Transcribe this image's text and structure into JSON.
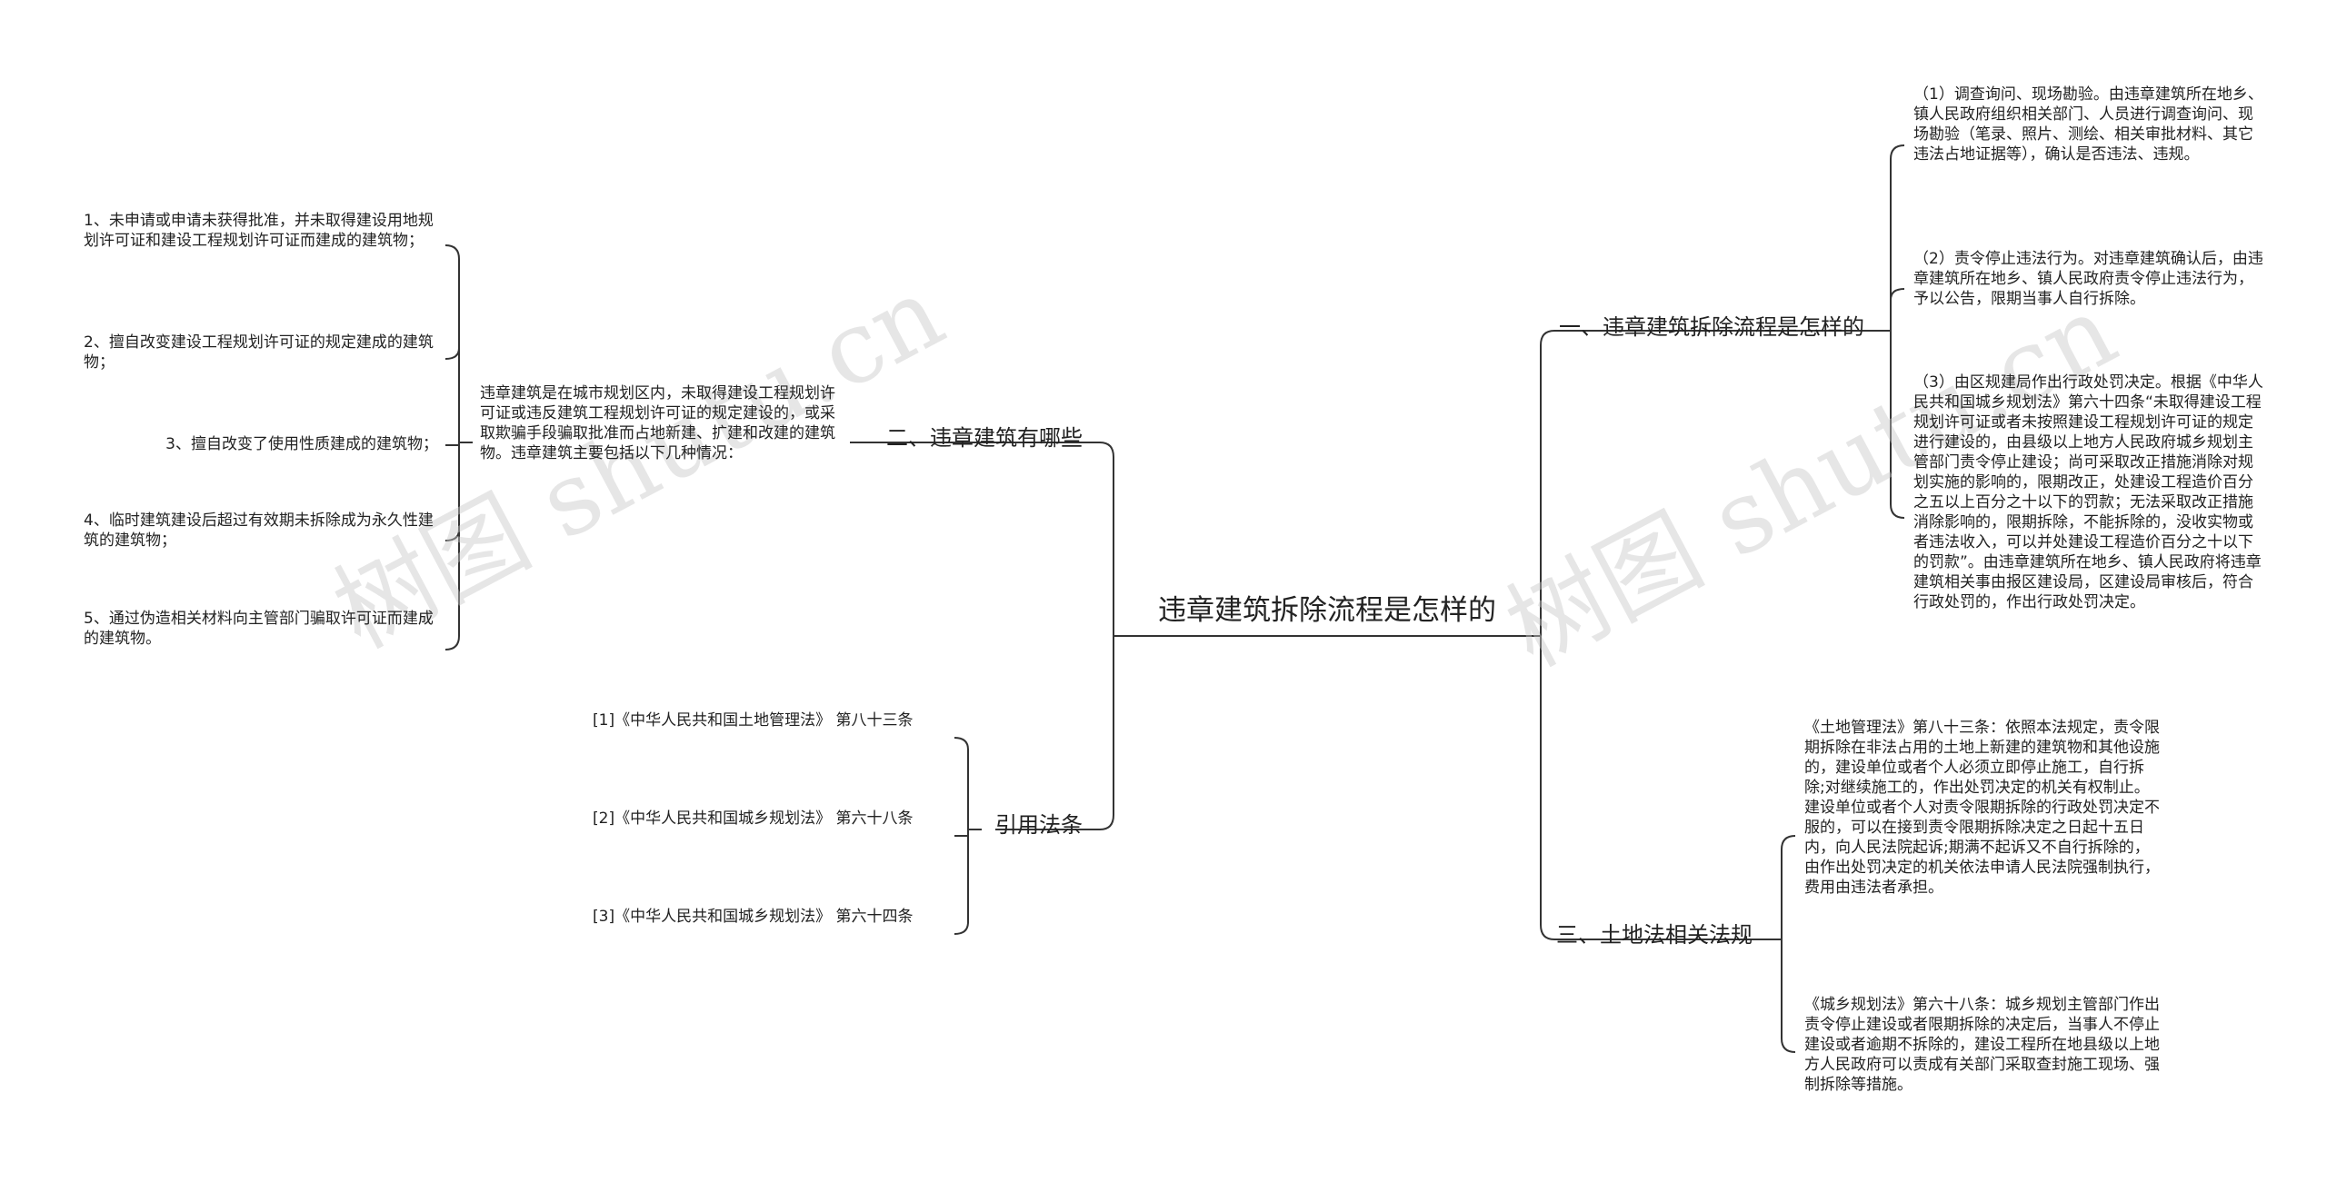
{
  "root": "违章建筑拆除流程是怎样的",
  "watermark": "树图 shutu.cn",
  "branches": {
    "b1": {
      "label": "一、违章建筑拆除流程是怎样的",
      "items": [
        "（1）调查询问、现场勘验。由违章建筑所在地乡、镇人民政府组织相关部门、人员进行调查询问、现场勘验（笔录、照片、测绘、相关审批材料、其它违法占地证据等），确认是否违法、违规。",
        "（2）责令停止违法行为。对违章建筑确认后，由违章建筑所在地乡、镇人民政府责令停止违法行为，予以公告，限期当事人自行拆除。",
        "（3）由区规建局作出行政处罚决定。根据《中华人民共和国城乡规划法》第六十四条“未取得建设工程规划许可证或者未按照建设工程规划许可证的规定进行建设的，由县级以上地方人民政府城乡规划主管部门责令停止建设；尚可采取改正措施消除对规划实施的影响的，限期改正，处建设工程造价百分之五以上百分之十以下的罚款；无法采取改正措施消除影响的，限期拆除，不能拆除的，没收实物或者违法收入，可以并处建设工程造价百分之十以下的罚款”。由违章建筑所在地乡、镇人民政府将违章建筑相关事由报区建设局，区建设局审核后，符合行政处罚的，作出行政处罚决定。"
      ]
    },
    "b2": {
      "label": "二、违章建筑有哪些",
      "intro": "违章建筑是在城市规划区内，未取得建设工程规划许可证或违反建筑工程规划许可证的规定建设的，或采取欺骗手段骗取批准而占地新建、扩建和改建的建筑物。违章建筑主要包括以下几种情况：",
      "items": [
        "1、未申请或申请未获得批准，并未取得建设用地规划许可证和建设工程规划许可证而建成的建筑物；",
        "2、擅自改变建设工程规划许可证的规定建成的建筑物；",
        "3、擅自改变了使用性质建成的建筑物；",
        "4、临时建筑建设后超过有效期未拆除成为永久性建筑的建筑物；",
        "5、通过伪造相关材料向主管部门骗取许可证而建成的建筑物。"
      ]
    },
    "b3": {
      "label": "三、土地法相关法规",
      "items": [
        "《土地管理法》第八十三条：依照本法规定，责令限期拆除在非法占用的土地上新建的建筑物和其他设施的，建设单位或者个人必须立即停止施工，自行拆除;对继续施工的，作出处罚决定的机关有权制止。建设单位或者个人对责令限期拆除的行政处罚决定不服的，可以在接到责令限期拆除决定之日起十五日内，向人民法院起诉;期满不起诉又不自行拆除的，由作出处罚决定的机关依法申请人民法院强制执行，费用由违法者承担。",
        "《城乡规划法》第六十八条：城乡规划主管部门作出责令停止建设或者限期拆除的决定后，当事人不停止建设或者逾期不拆除的，建设工程所在地县级以上地方人民政府可以责成有关部门采取查封施工现场、强制拆除等措施。"
      ]
    },
    "b4": {
      "label": "引用法条",
      "items": [
        "[1]《中华人民共和国土地管理法》 第八十三条",
        "[2]《中华人民共和国城乡规划法》 第六十八条",
        "[3]《中华人民共和国城乡规划法》 第六十四条"
      ]
    }
  },
  "colors": {
    "line": "#333333",
    "text": "#222222",
    "watermark": "#c8c8c8"
  }
}
